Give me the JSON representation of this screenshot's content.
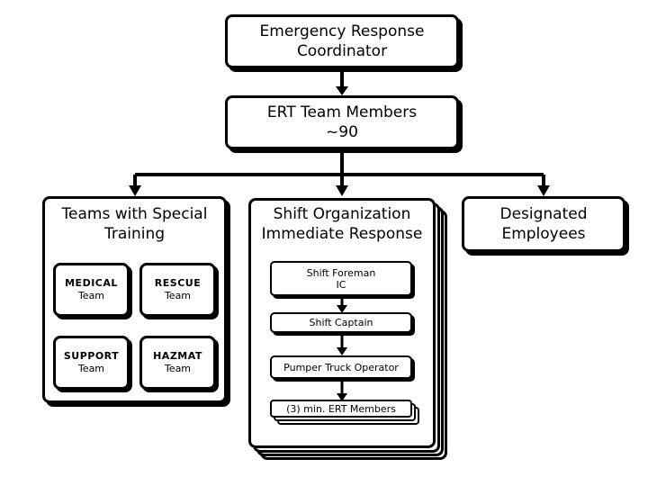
{
  "coordinator": {
    "line1": "Emergency Response",
    "line2": "Coordinator"
  },
  "ert": {
    "line1": "ERT Team Members",
    "line2": "~90"
  },
  "special_training": {
    "title_line1": "Teams with Special",
    "title_line2": "Training",
    "teams": [
      {
        "name": "MEDICAL",
        "sub": "Team"
      },
      {
        "name": "RESCUE",
        "sub": "Team"
      },
      {
        "name": "SUPPORT",
        "sub": "Team"
      },
      {
        "name": "HAZMAT",
        "sub": "Team"
      }
    ]
  },
  "shift": {
    "title_line1": "Shift Organization",
    "title_line2": "Immediate Response",
    "foreman_line1": "Shift Foreman",
    "foreman_line2": "IC",
    "captain": "Shift Captain",
    "pumper": "Pumper Truck Operator",
    "members": "(3) min.  ERT Members"
  },
  "designated": {
    "line1": "Designated",
    "line2": "Employees"
  }
}
